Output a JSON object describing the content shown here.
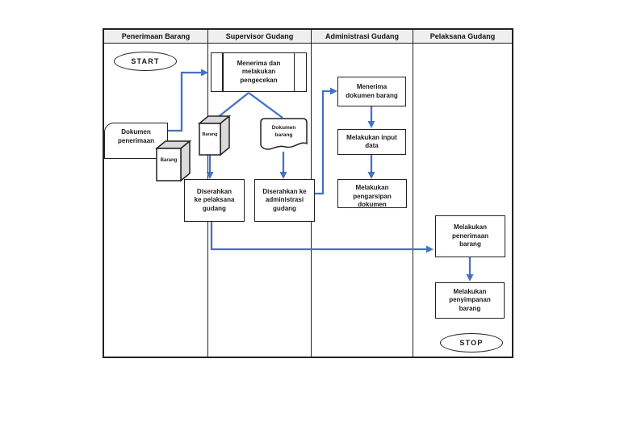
{
  "lanes": [
    {
      "label": "Penerimaan Barang"
    },
    {
      "label": "Supervisor Gudang"
    },
    {
      "label": "Administrasi Gudang"
    },
    {
      "label": "Pelaksana Gudang"
    }
  ],
  "nodes": {
    "start": "START",
    "stop": "STOP",
    "dokumen_penerimaan": "Dokumen\npenerimaan",
    "barang_1": "Barang",
    "barang_2": "Barang",
    "menerima_pengecekan": "Menerima dan\nmelakukan\npengecekan",
    "dokumen_barang": "Dokumen\nbarang",
    "diserahkan_pelaksana": "Diserahkan\nke pelaksana\ngudang",
    "diserahkan_administrasi": "Diserahkan ke\nadministrasi\ngudang",
    "menerima_dokumen": "Menerima\ndokumen barang",
    "input_data": "Melakukan input\ndata",
    "pengarsipan": "Melakukan\npengarsipan\ndokumen",
    "penerimaan_barang": "Melakukan\npenerimaan\nbarang",
    "penyimpanan_barang": "Melakukan\npenyimpanan\nbarang"
  },
  "colors": {
    "connector_blue": "#4472C4",
    "border_black": "#222222",
    "header_fill": "#efefef",
    "cube_side_fill": "#d9d9d9"
  }
}
